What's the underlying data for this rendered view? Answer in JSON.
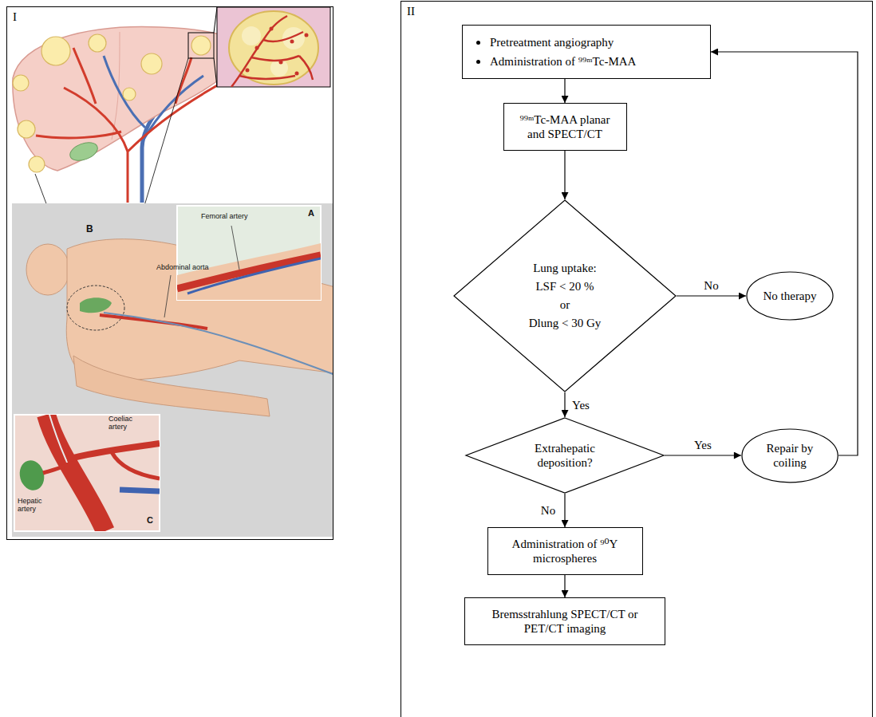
{
  "diagram": {
    "nodes": [
      {
        "text": [
          "I"
        ]
      },
      {
        "text": [
          "II"
        ]
      },
      {
        "text": [
          "Pretreatment angiography",
          "Administration of ⁹⁹ᵐTc-MAA"
        ],
        "in": 1
      },
      {
        "text": [
          "⁹⁹ᵐTc-MAA planar and SPECT/CT"
        ],
        "in": 1
      },
      {
        "text": [
          "Lung uptake:",
          "LSF < 20 %",
          "or",
          "Dlung < 30 Gy"
        ],
        "in": 1
      },
      {
        "text": [
          "No therapy"
        ],
        "in": 1
      },
      {
        "text": [
          "Extrahepatic deposition?"
        ],
        "in": 1
      },
      {
        "text": [
          "Repair by coiling"
        ],
        "in": 1
      },
      {
        "text": [
          "Administration of ⁹⁰Y microspheres"
        ],
        "in": 1
      },
      {
        "text": [
          "Bremsstrahlung SPECT/CT or PET/CT imaging"
        ],
        "in": 1
      }
    ],
    "edges": [
      {
        "from": 2,
        "to": 3,
        "arrow": "to"
      },
      {
        "from": 3,
        "to": 4,
        "arrow": "to"
      },
      {
        "from": 4,
        "to": 5,
        "label": "No",
        "arrow": "to"
      },
      {
        "from": 4,
        "to": 6,
        "label": "Yes",
        "arrow": "to"
      },
      {
        "from": 6,
        "to": 7,
        "label": "Yes",
        "arrow": "to"
      },
      {
        "from": 7,
        "to": 2,
        "arrow": "to"
      },
      {
        "from": 6,
        "to": 8,
        "label": "No",
        "arrow": "to"
      },
      {
        "from": 8,
        "to": 9,
        "arrow": "to"
      }
    ],
    "labels": [
      "A",
      "B",
      "C",
      "Femoral artery",
      "Abdominal aorta",
      "Coeliac artery",
      "Hepatic artery"
    ]
  }
}
